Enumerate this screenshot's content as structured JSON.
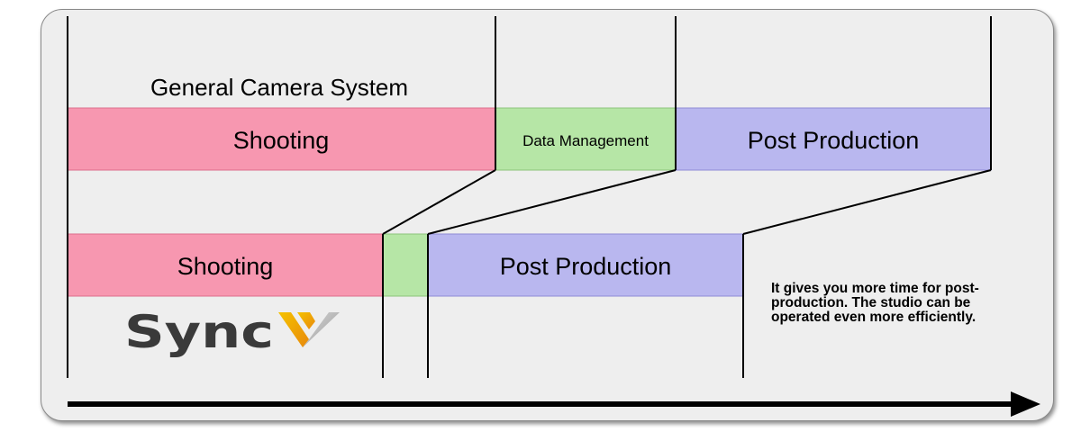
{
  "general_system": {
    "title": "General Camera System",
    "title_color": "#e8141c",
    "shooting_label": "Shooting",
    "data_management_label": "Data Management",
    "post_production_label": "Post Production"
  },
  "syncw_system": {
    "logo_text": "Sync",
    "shooting_label": "Shooting",
    "post_production_label": "Post Production"
  },
  "note": {
    "lines": [
      "It gives you more time for post-",
      "production. The studio can be",
      "operated even more efficiently."
    ]
  },
  "colors": {
    "shooting": "#f797b0",
    "data_management": "#b6e6a6",
    "post_production": "#b9b7ef",
    "frame_background": "#eeeeee",
    "arrow": "#000000"
  },
  "icons": {
    "timeline_arrow": "arrow-right",
    "logo_mark": "syncw-v-mark"
  }
}
